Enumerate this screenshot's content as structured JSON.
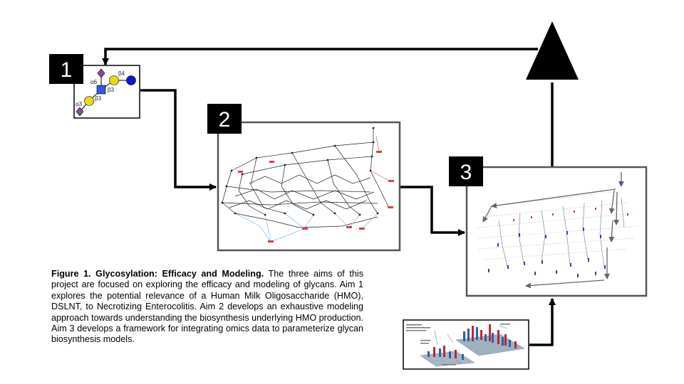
{
  "panels": [
    {
      "id": "aim1",
      "number": "1"
    },
    {
      "id": "aim2",
      "number": "2"
    },
    {
      "id": "aim3",
      "number": "3"
    }
  ],
  "glycan": {
    "linkages": [
      "α6",
      "β4",
      "β3",
      "β3",
      "α3"
    ],
    "colors": {
      "sialic": "#8e4a9c",
      "galactose": "#e8d81a",
      "glcnac": "#2c5ad8",
      "glucose": "#1414d2"
    }
  },
  "caption": {
    "title": "Figure 1. Glycosylation: Efficacy and Modeling.",
    "body": " The three aims of this project are focused on exploring the efficacy and modeling of glycans. Aim 1 explores the potential relevance of a Human Milk Oligosaccharide (HMO), DSLNT, to Necrotizing Enterocolitis. Aim 2 develops an exhaustive modeling approach towards understanding the biosynthesis underlying HMO production. Aim 3 develops a framework for integrating omics data to parameterize glycan biosynthesis models."
  }
}
